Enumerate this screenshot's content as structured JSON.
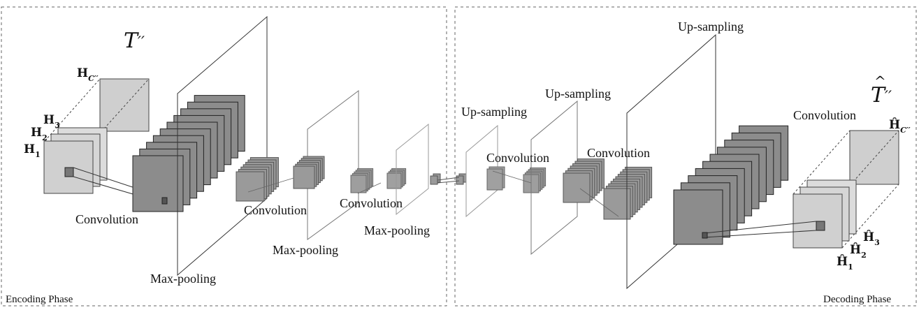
{
  "phases": {
    "encoding": "Encoding Phase",
    "decoding": "Decoding Phase"
  },
  "symbols": {
    "input": {
      "main": "T",
      "prime": "′′"
    },
    "output": {
      "main": "T",
      "hat": "^",
      "prime": "′′"
    },
    "in_h1": {
      "main": "H",
      "sub": "1"
    },
    "in_h2": {
      "main": "H",
      "sub": "2"
    },
    "in_h3": {
      "main": "H",
      "sub": "3"
    },
    "in_hc": {
      "main": "H",
      "sub": "C′′"
    },
    "out_h1": {
      "main": "Ĥ",
      "sub": "1"
    },
    "out_h2": {
      "main": "Ĥ",
      "sub": "2"
    },
    "out_h3": {
      "main": "Ĥ",
      "sub": "3"
    },
    "out_hc": {
      "main": "Ĥ",
      "sub": "C′′"
    }
  },
  "encoder_labels": {
    "conv1": "Convolution",
    "pool1": "Max-pooling",
    "conv2": "Convolution",
    "pool2": "Max-pooling",
    "conv3": "Convolution",
    "pool3": "Max-pooling"
  },
  "decoder_labels": {
    "up1": "Up-sampling",
    "conv1": "Convolution",
    "up2": "Up-sampling",
    "conv2": "Convolution",
    "up3": "Up-sampling",
    "conv3": "Convolution"
  },
  "colors": {
    "light_gray": "#d3d3d3",
    "mid_gray": "#a6a6a6",
    "dark_gray": "#888888",
    "border": "#333333",
    "dashed": "#555555"
  }
}
